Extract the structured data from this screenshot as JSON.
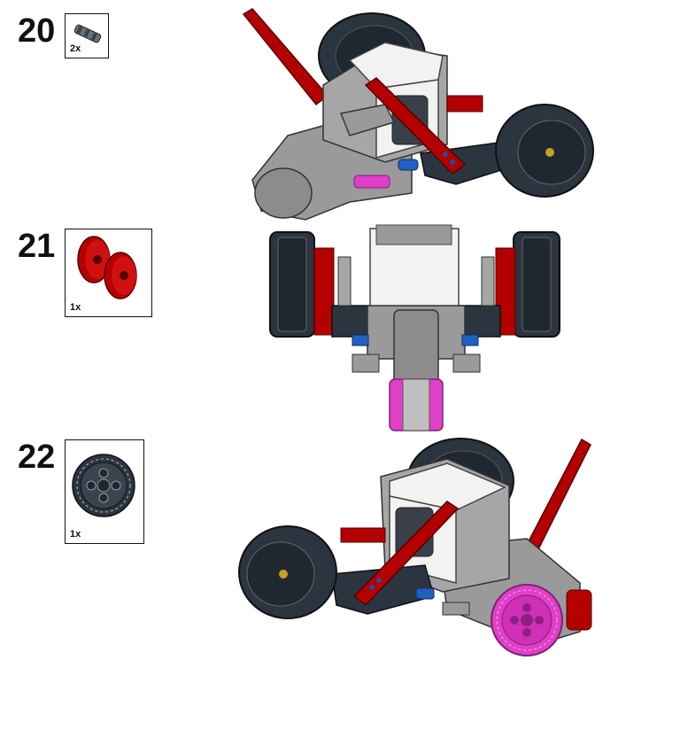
{
  "steps": [
    {
      "number": "20",
      "part_quantity": "2x",
      "part_icon": "axle-connector-icon"
    },
    {
      "number": "21",
      "part_quantity": "1x",
      "part_icon": "red-bush-pair-icon"
    },
    {
      "number": "22",
      "part_quantity": "1x",
      "part_icon": "gear-36-tooth-icon"
    }
  ],
  "colors": {
    "red": "#b30000",
    "dark_bluish_gray": "#2b3540",
    "light_gray": "#a0a0a0",
    "white": "#f2f2f2",
    "magenta": "#e040c8",
    "blue": "#2060c0"
  }
}
